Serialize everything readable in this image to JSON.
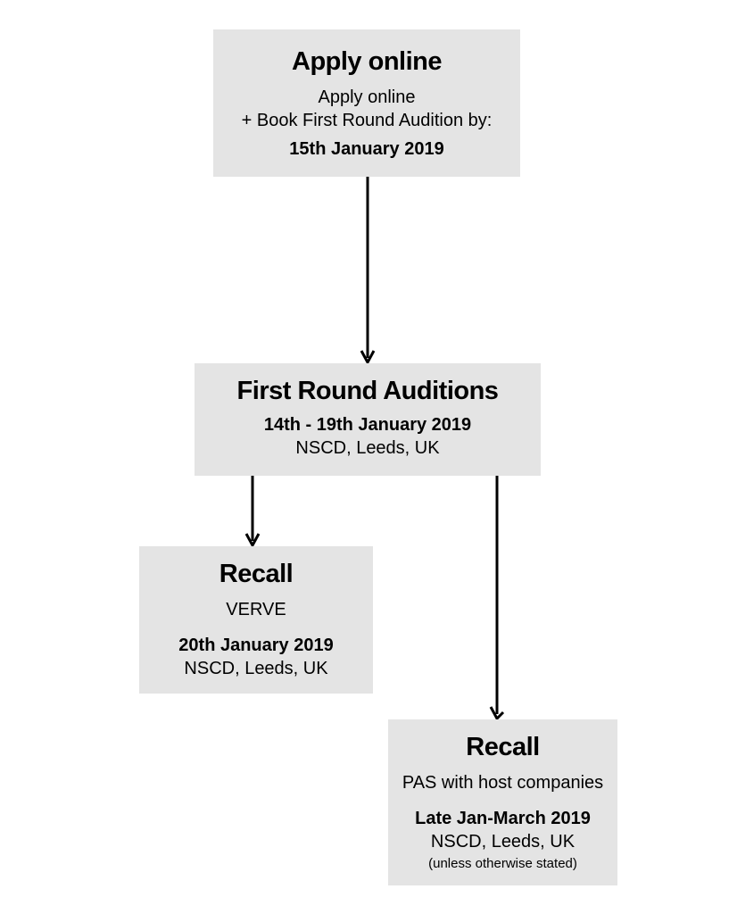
{
  "colors": {
    "page_bg": "#ffffff",
    "box_bg": "#e4e4e4",
    "text": "#000000",
    "arrow": "#000000"
  },
  "flowchart": {
    "nodes": {
      "apply_online": {
        "title": "Apply online",
        "line1": "Apply online",
        "line2": "+ Book First Round Audition by:",
        "date": "15th January 2019"
      },
      "first_round": {
        "title": "First Round Auditions",
        "date": "14th - 19th January 2019",
        "location": "NSCD, Leeds, UK"
      },
      "recall_verve": {
        "title": "Recall",
        "company": "VERVE",
        "date": "20th January 2019",
        "location": "NSCD, Leeds, UK"
      },
      "recall_pas": {
        "title": "Recall",
        "company": "PAS with host companies",
        "date": "Late Jan-March 2019",
        "location": "NSCD, Leeds, UK",
        "note": "(unless otherwise stated)"
      }
    }
  }
}
